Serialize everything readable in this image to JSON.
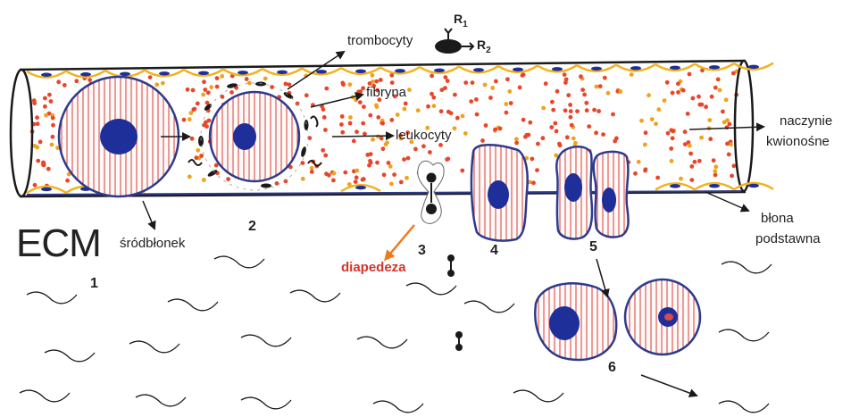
{
  "diagram": {
    "labels": {
      "trombocyty": "trombocyty",
      "fibryna": "fibryna",
      "leukocyty": "leukocyty",
      "naczynie_line1": "naczynie",
      "naczynie_line2": "kwionośne",
      "blona_line1": "błona",
      "blona_line2": "podstawna",
      "srodblonek": "śródbłonek",
      "ecm": "ECM",
      "diapedeza": "diapedeza",
      "r1": "R",
      "r1_sub": "1",
      "r2": "R",
      "r2_sub": "2"
    },
    "steps": [
      "1",
      "2",
      "3",
      "4",
      "5",
      "6"
    ]
  },
  "colors": {
    "vessel_outline": "#1a1a1a",
    "cell_outline": "#2e3a8c",
    "nucleus": "#1f2f9a",
    "dots": "#e8462a",
    "dots_alt": "#f0a21c",
    "endothelium": "#f2b21e",
    "stripes": "#d94b48",
    "diapedeza_arrow": "#f07a1e"
  }
}
